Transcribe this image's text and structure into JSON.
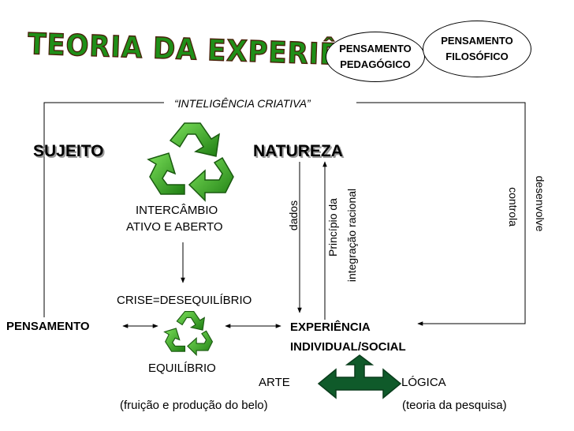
{
  "title": "TEORIA DA EXPERIÊNCIA",
  "ovals": {
    "pedagogico_line1": "PENSAMENTO",
    "pedagogico_line2": "PEDAGÓGICO",
    "filosofico_line1": "PENSAMENTO",
    "filosofico_line2": "FILOSÓFICO"
  },
  "top_label": "“INTELIGÊNCIA CRIATIVA”",
  "sujeito": "SUJEITO",
  "natureza": "NATUREZA",
  "intercambio_line1": "INTERCÂMBIO",
  "intercambio_line2": "ATIVO E ABERTO",
  "dados": "dados",
  "principio_line1": "Princípio da",
  "principio_line2": "integração racional",
  "desenvolve": "desenvolve",
  "controla": "controla",
  "crise": "CRISE=DESEQUILÍBRIO",
  "pensamento": "PENSAMENTO",
  "experiencia_line1": "EXPERIÊNCIA",
  "experiencia_line2": "INDIVIDUAL/SOCIAL",
  "equilibrio": "EQUILÍBRIO",
  "arte": "ARTE",
  "logica": "LÓGICA",
  "arte_desc": "(fruição e produção do belo)",
  "logica_desc": "(teoria da pesquisa)",
  "icons": {
    "recycle": "recycle-icon",
    "arrow": "three-way-arrow-icon"
  },
  "colors": {
    "title_fill": "#1f8f18",
    "title_outline": "#4a1f0a",
    "recycle_green": "#3aa81c",
    "arrow_green": "#0f5a2a"
  }
}
